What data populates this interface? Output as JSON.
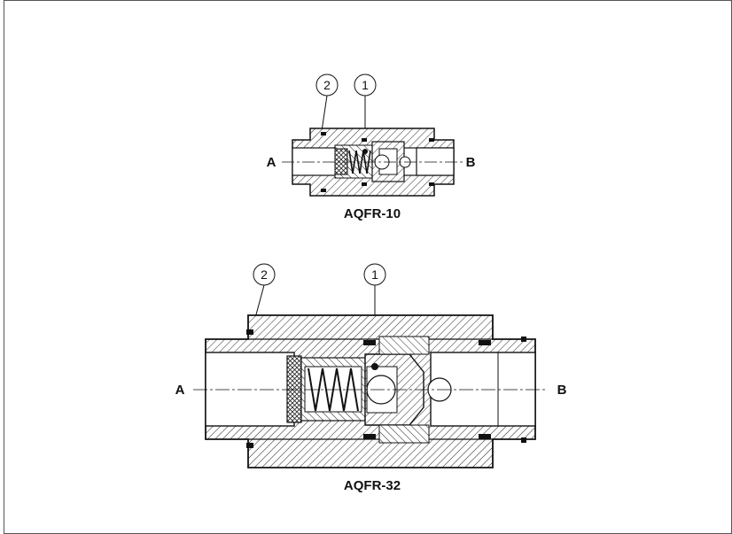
{
  "top_valve": {
    "title": "AQFR-10",
    "port_a": "A",
    "port_b": "B",
    "callouts": [
      "2",
      "1"
    ]
  },
  "bottom_valve": {
    "title": "AQFR-32",
    "port_a": "A",
    "port_b": "B",
    "callouts": [
      "2",
      "1"
    ]
  }
}
